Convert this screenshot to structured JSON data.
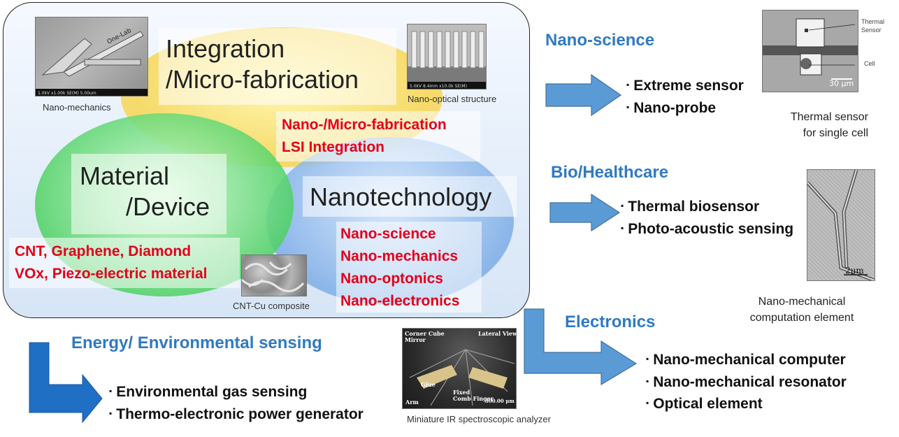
{
  "diagram": {
    "circles": {
      "integration": {
        "title_line1": "Integration",
        "title_line2": "/Micro-fabrication",
        "details": [
          "Nano-/Micro-fabrication",
          "LSI Integration"
        ]
      },
      "material": {
        "title_line1": "Material",
        "title_line2": "/Device",
        "details": [
          "CNT, Graphene, Diamond",
          "VOx, Piezo-electric material"
        ]
      },
      "nanotech": {
        "title": "Nanotechnology",
        "details": [
          "Nano-science",
          "Nano-mechanics",
          "Nano-optonics",
          "Nano-electronics"
        ]
      }
    },
    "image_captions": {
      "nano_mechanics": "Nano-mechanics",
      "nano_optical": "Nano-optical structure",
      "cnt_cu": "CNT-Cu composite"
    },
    "sem_labels": {
      "lab_text": "One-Lab",
      "sem_bar": "1.0kV x1.00k SE(M)   5.00um",
      "sem_bar2": "5.0kV 8.4mm x10.0k SE(M)"
    }
  },
  "applications": {
    "nano_science": {
      "heading": "Nano-science",
      "items": [
        "Extreme sensor",
        "Nano-probe"
      ],
      "image_caption_line1": "Thermal sensor",
      "image_caption_line2": "for single cell",
      "image_labels": {
        "thermal_sensor_line1": "Thermal",
        "thermal_sensor_line2": "Sensor",
        "cell": "Cell",
        "scale": "30 μm"
      }
    },
    "bio": {
      "heading": "Bio/Healthcare",
      "items": [
        "Thermal biosensor",
        "Photo-acoustic sensing"
      ],
      "image_caption_line1": "Nano-mechanical",
      "image_caption_line2": "computation element",
      "image_labels": {
        "scale": "2μm"
      }
    },
    "electronics": {
      "heading": "Electronics",
      "items": [
        "Nano-mechanical computer",
        "Nano-mechanical resonator",
        "Optical element"
      ]
    },
    "energy": {
      "heading": "Energy/ Environmental sensing",
      "items": [
        "Environmental gas sensing",
        "Thermo-electronic  power generator"
      ],
      "image_caption": "Miniature IR spectroscopic analyzer",
      "image_labels": {
        "corner_cube_line1": "Corner Cube",
        "corner_cube_line2": "Mirror",
        "lateral": "Lateral View",
        "glue": "Glue",
        "fixed_line1": "Fixed",
        "fixed_line2": "Comb Finger",
        "arm": "Arm",
        "scale": "500.00 μm"
      }
    }
  },
  "colors": {
    "heading_blue": "#2f7ac3",
    "detail_red": "#e2001a",
    "arrow_blue": "#5b9bd5",
    "arrow_dark_blue": "#1f6fc5"
  }
}
